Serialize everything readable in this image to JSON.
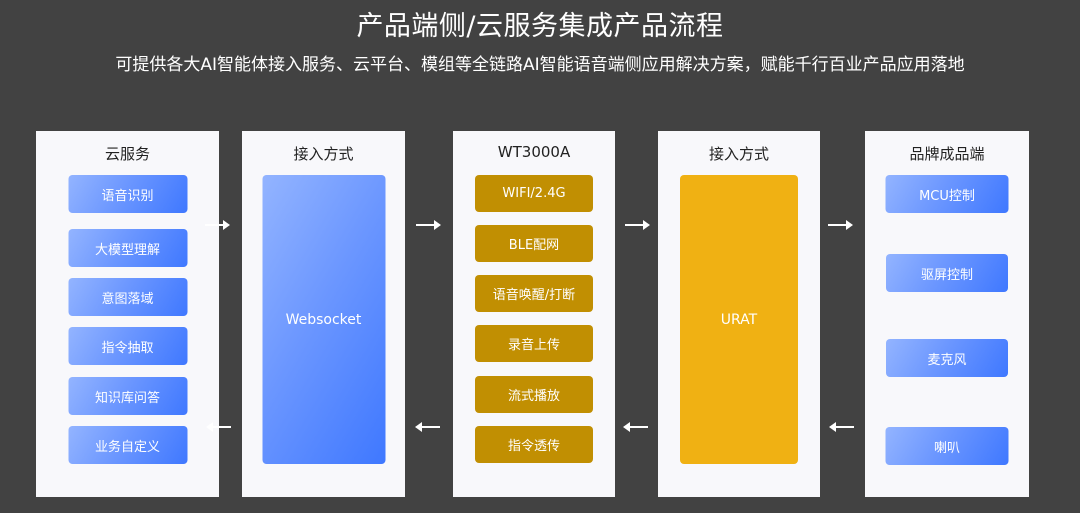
{
  "header": {
    "title": "产品端侧/云服务集成产品流程",
    "subtitle": "可提供各大AI智能体接入服务、云平台、模组等全链路AI智能语音端侧应用解决方案，赋能千行百业产品应用落地"
  },
  "columns": [
    {
      "title": "云服务",
      "items": [
        "语音识别",
        "大模型理解",
        "意图落域",
        "指令抽取",
        "知识库问答",
        "业务自定义"
      ]
    },
    {
      "title": "接入方式",
      "block": "Websocket"
    },
    {
      "title": "WT3000A",
      "items": [
        "WIFI/2.4G",
        "BLE配网",
        "语音唤醒/打断",
        "录音上传",
        "流式播放",
        "指令透传"
      ]
    },
    {
      "title": "接入方式",
      "block": "URAT"
    },
    {
      "title": "品牌成品端",
      "items": [
        "MCU控制",
        "驱屏控制",
        "麦克风",
        "喇叭"
      ]
    }
  ],
  "arrows": {
    "forward": "arrow-right-icon",
    "backward": "arrow-left-icon"
  },
  "colors": {
    "background": "#424242",
    "panel": "#f8f8fb",
    "blue_start": "#93b4ff",
    "blue_end": "#3f78ff",
    "gold": "#c18f02",
    "amber": "#f0b113"
  }
}
